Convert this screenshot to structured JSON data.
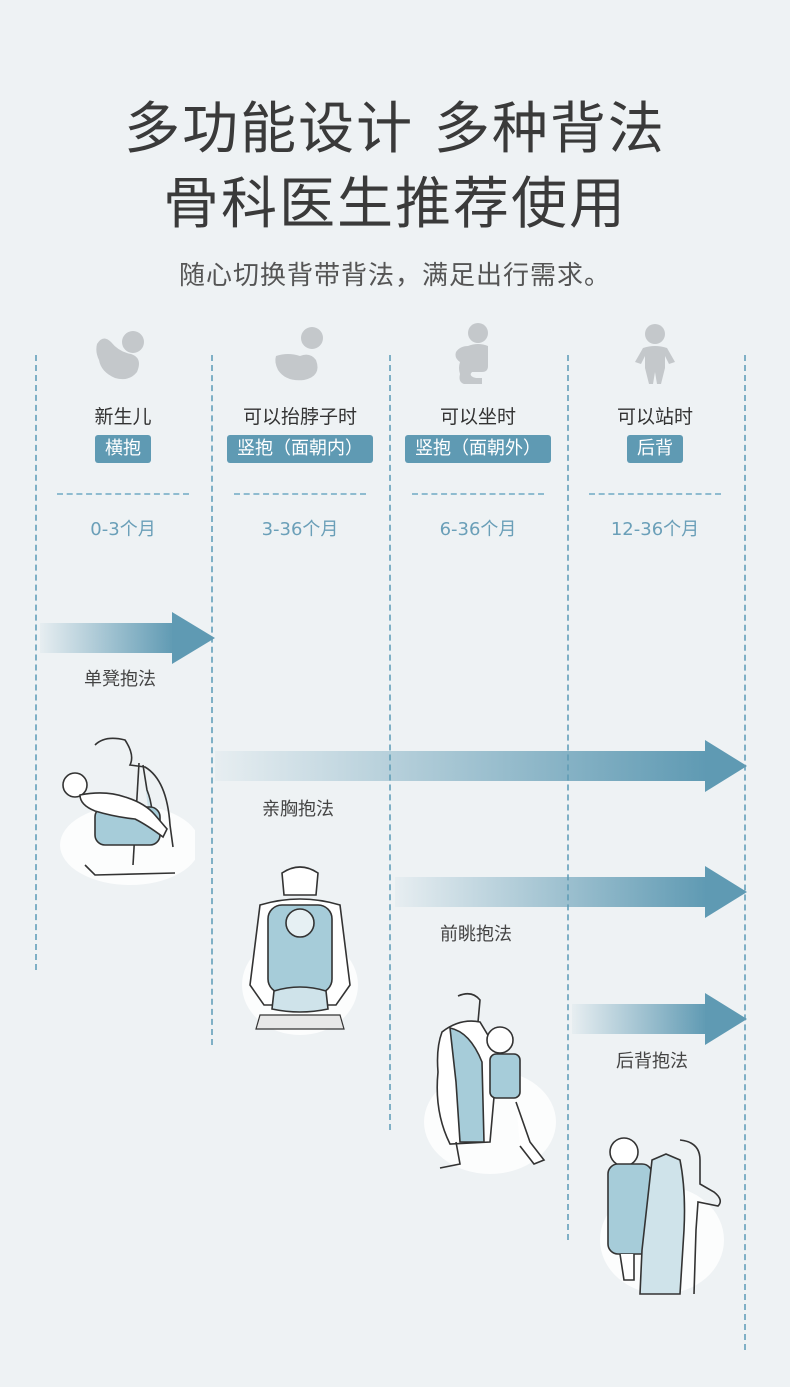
{
  "title_line1": "多功能设计 多种背法",
  "title_line2": "骨科医生推荐使用",
  "subtitle": "随心切换背带背法，满足出行需求。",
  "stages": [
    {
      "label": "新生儿",
      "badge": "横抱",
      "age": "0-3个月"
    },
    {
      "label": "可以抬脖子时",
      "badge": "竖抱（面朝内）",
      "age": "3-36个月"
    },
    {
      "label": "可以坐时",
      "badge": "竖抱（面朝外）",
      "age": "6-36个月"
    },
    {
      "label": "可以站时",
      "badge": "后背",
      "age": "12-36个月"
    }
  ],
  "methods": [
    {
      "label": "单凳抱法"
    },
    {
      "label": "亲胸抱法"
    },
    {
      "label": "前眺抱法"
    },
    {
      "label": "后背抱法"
    }
  ],
  "colors": {
    "accent": "#5f9ab3",
    "line": "#7fb0c6",
    "icon": "#c4c8cb",
    "background": "#eef2f4"
  }
}
